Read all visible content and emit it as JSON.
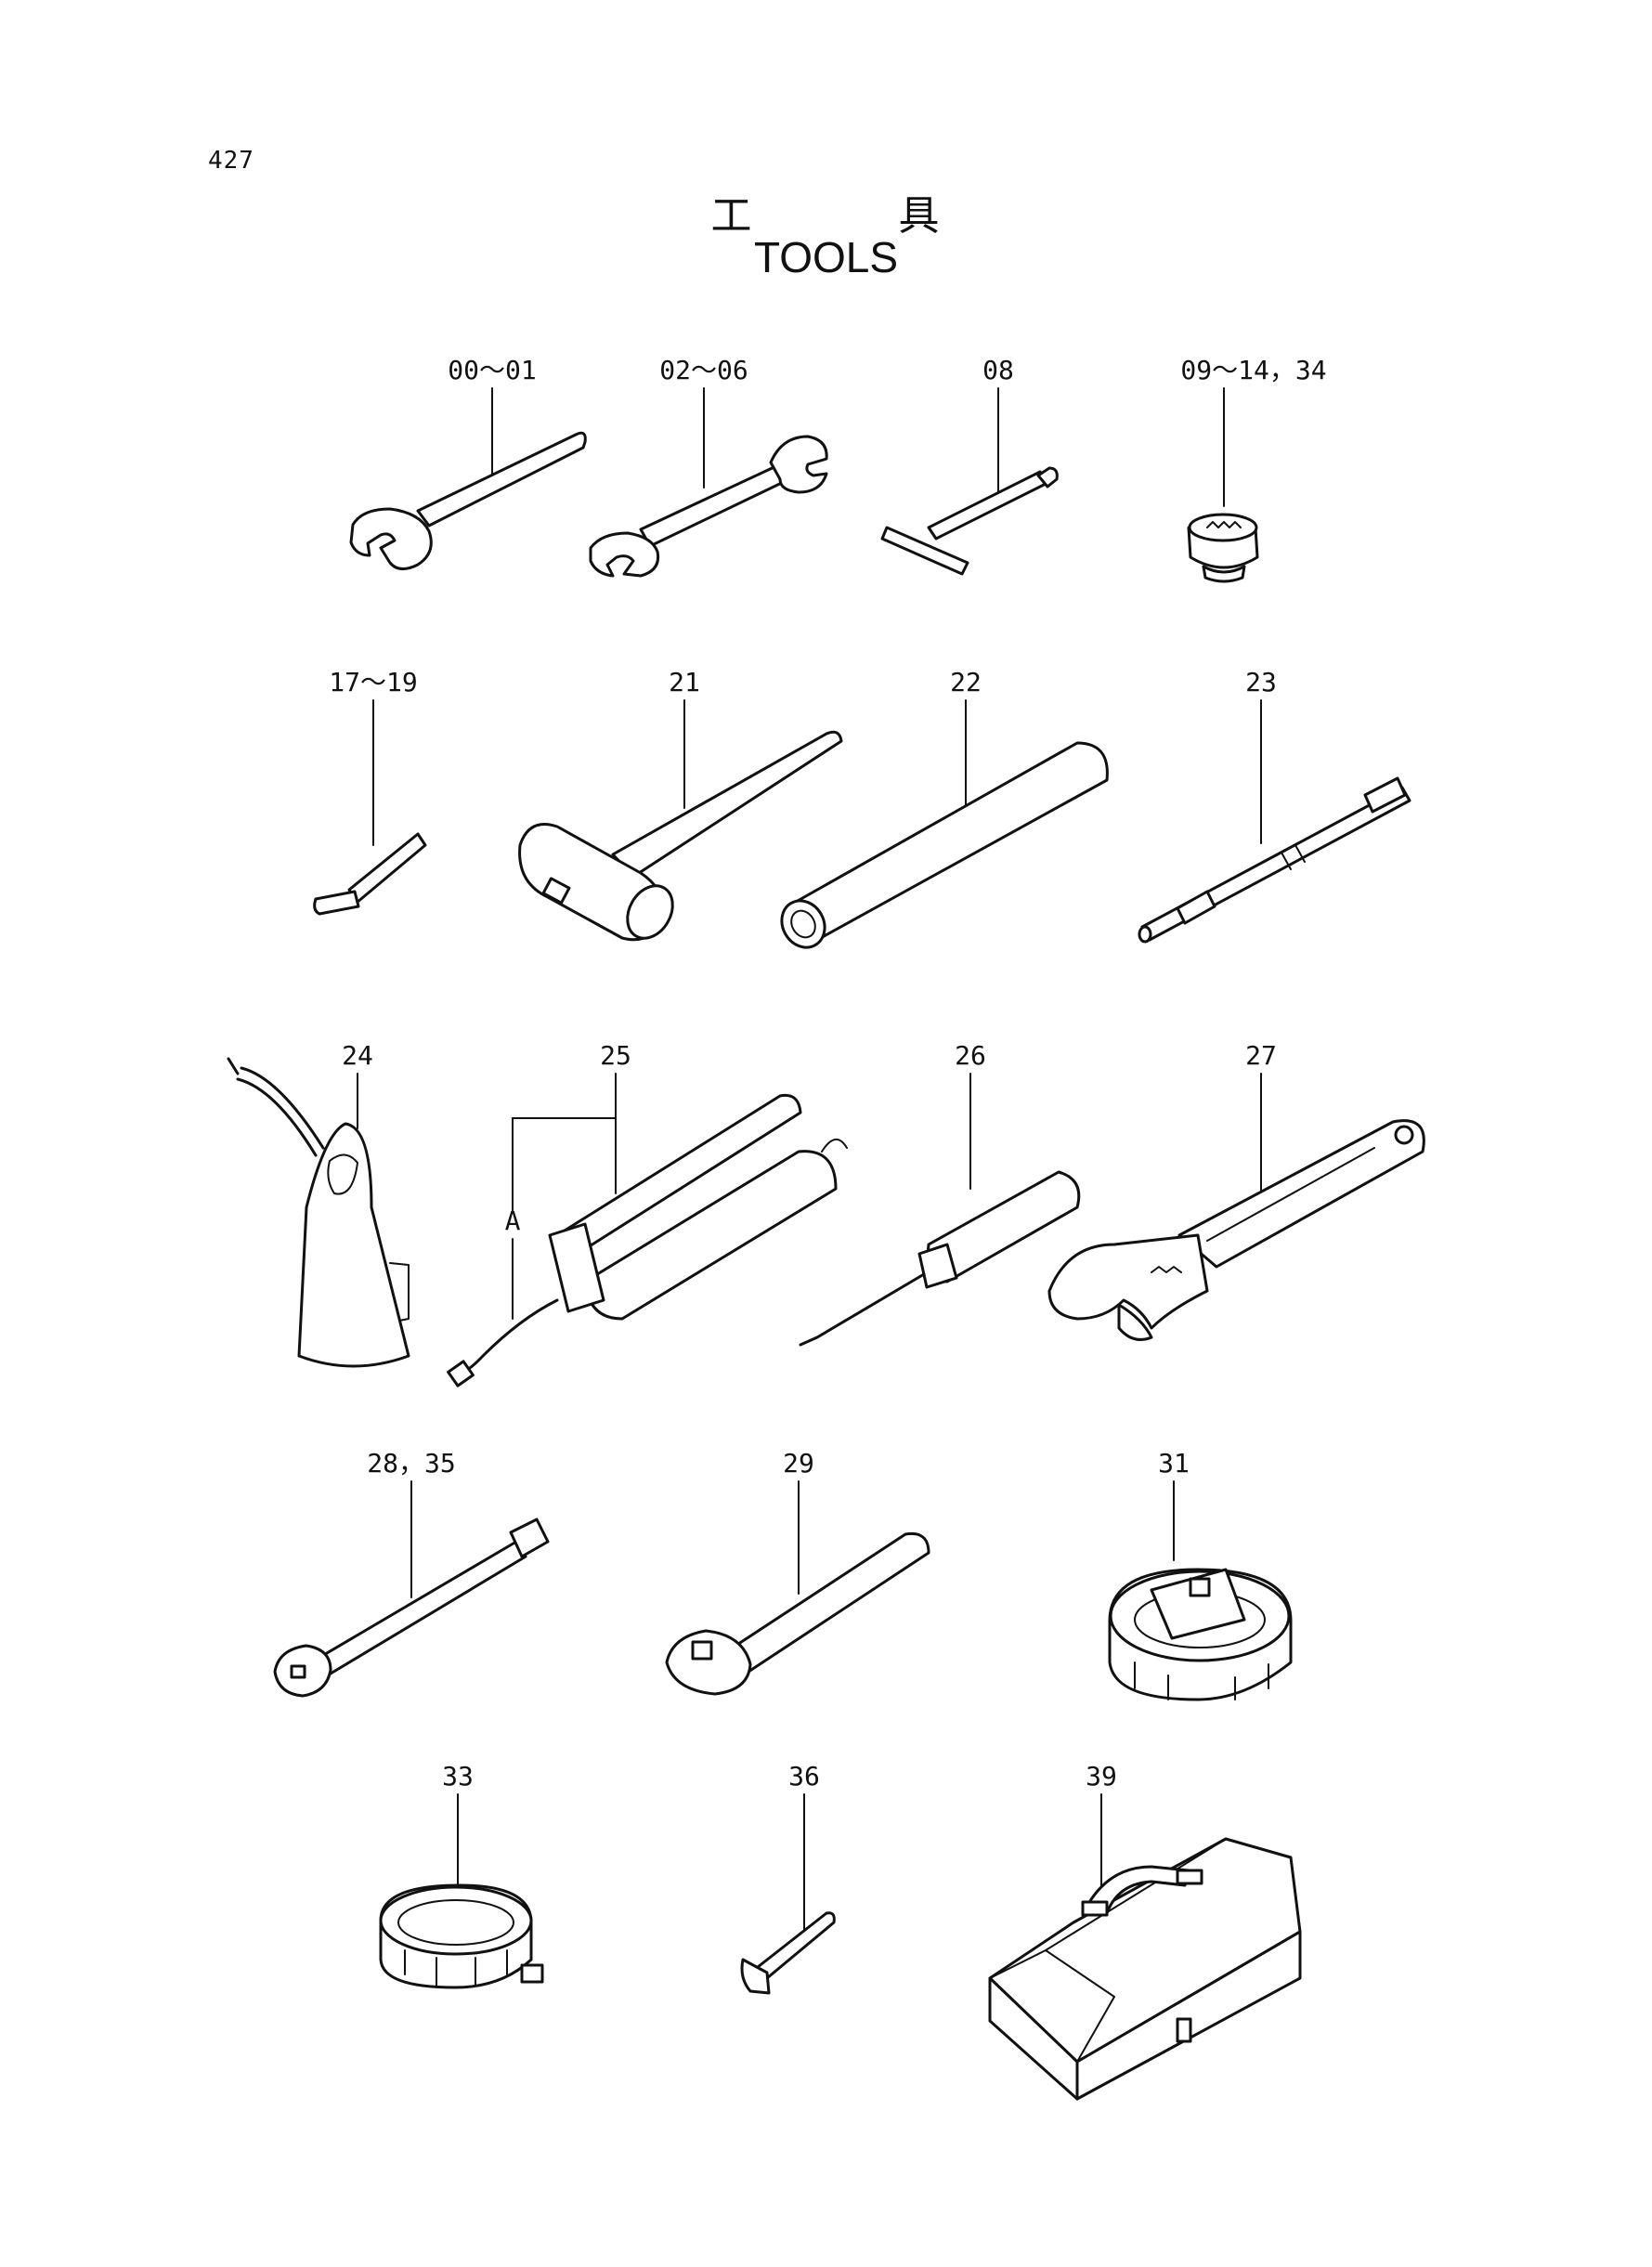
{
  "page_number": "427",
  "title_jp": "工 具",
  "title_en": "TOOLS",
  "callouts": {
    "c00_01": "00～01",
    "c02_06": "02～06",
    "c08": "08",
    "c09_14_34": "09～14，34",
    "c17_19": "17～19",
    "c21": "21",
    "c22": "22",
    "c23": "23",
    "c24": "24",
    "c25": "25",
    "cA": "A",
    "c26": "26",
    "c27": "27",
    "c28_35": "28，35",
    "c29": "29",
    "c31": "31",
    "c33": "33",
    "c36": "36",
    "c39": "39"
  }
}
